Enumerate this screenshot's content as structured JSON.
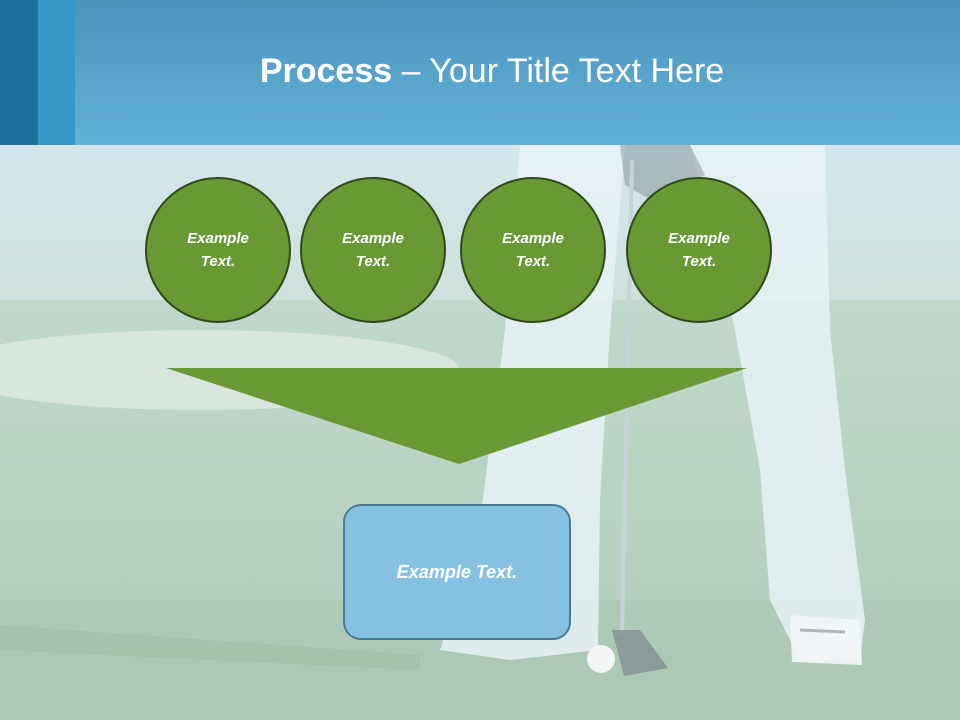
{
  "title": {
    "bold": "Process",
    "rest": " – Your Title Text Here"
  },
  "circles": [
    {
      "label": "Example Text."
    },
    {
      "label": "Example Text."
    },
    {
      "label": "Example Text."
    },
    {
      "label": "Example Text."
    }
  ],
  "result_box": {
    "label": "Example Text."
  },
  "colors": {
    "header": "#5aa6cf",
    "circle_fill": "#689934",
    "funnel_fill": "#689934",
    "box_fill": "#85c2e2"
  }
}
